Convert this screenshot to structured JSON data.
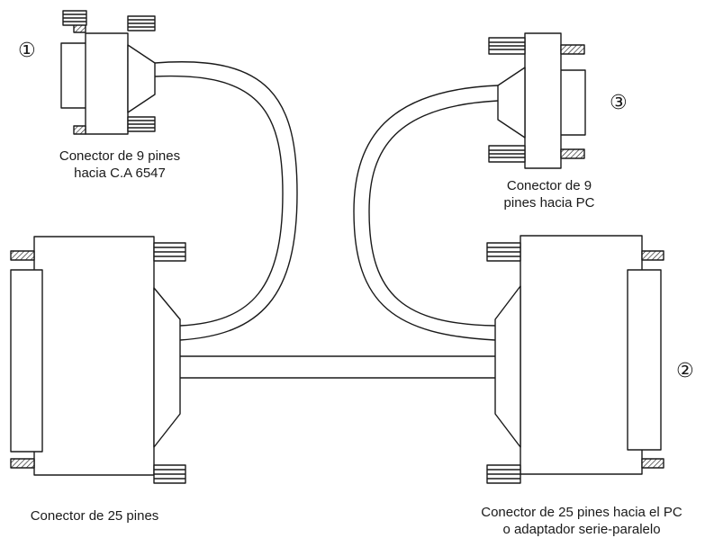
{
  "labels": {
    "c9_ca": [
      "Conector de 9 pines",
      "hacia C.A 6547"
    ],
    "c9_pc": [
      "Conector de 9",
      "pines hacia PC"
    ],
    "c25": [
      "Conector de 25 pines"
    ],
    "c25_pc": [
      "Conector de 25 pines hacia el PC",
      "o adaptador serie-paralelo"
    ]
  },
  "markers": {
    "m1": "①",
    "m2": "②",
    "m3": "③"
  },
  "colors": {
    "stroke": "#1a1a1a",
    "background": "#ffffff"
  }
}
